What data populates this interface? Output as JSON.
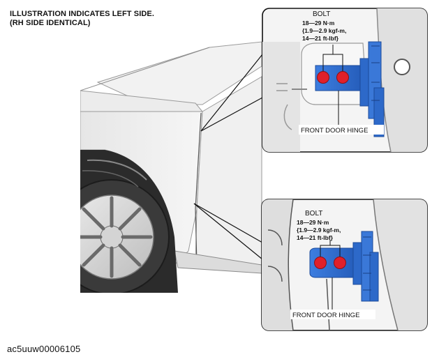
{
  "caption": "ILLUSTRATION INDICATES LEFT SIDE.\n(RH SIDE IDENTICAL)",
  "figure_id": "ac5uuw00006105",
  "callouts": [
    {
      "bolt_label": "BOLT",
      "torque_lines": [
        "18—29 N·m",
        "{1.9—2.9 kgf-m,",
        "14—21 ft-lbf}"
      ],
      "part_label": "FRONT DOOR HINGE"
    },
    {
      "bolt_label": "BOLT",
      "torque_lines": [
        "18—29 N·m",
        "{1.9—2.9 kgf-m,",
        "14—21 ft-lbf}"
      ],
      "part_label": "FRONT DOOR HINGE"
    }
  ],
  "colors": {
    "hinge_blue": "#2f6fd0",
    "hinge_dark": "#1b4a9a",
    "bolt_red": "#e0202a",
    "callout_border": "#111111",
    "line_gray": "#7a7a7a"
  }
}
